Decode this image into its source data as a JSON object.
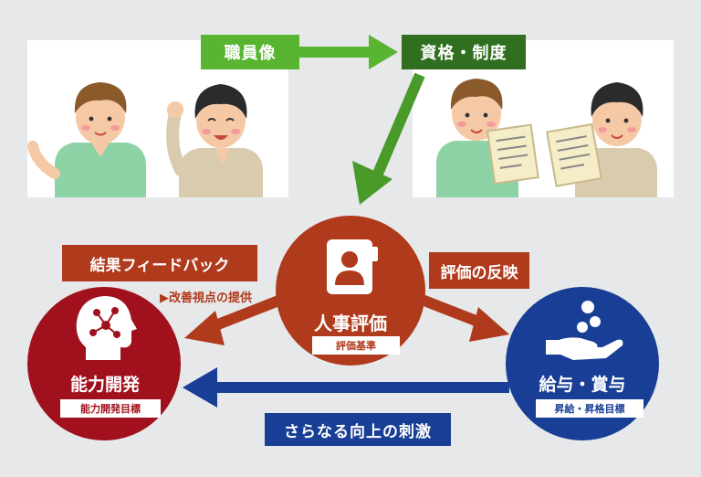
{
  "labels": {
    "staff_image": "職員像",
    "qualification_system": "資格・制度",
    "result_feedback": "結果フィードバック",
    "improvement_note": "▶改善視点の提供",
    "reflection": "評価の反映",
    "further_stimulus": "さらなる向上の刺激"
  },
  "nodes": {
    "center": {
      "title": "人事評価",
      "badge": "評価基準"
    },
    "left": {
      "title": "能力開発",
      "badge": "能力開発目標"
    },
    "right": {
      "title": "給与・賞与",
      "badge": "昇給・昇格目標"
    }
  },
  "colors": {
    "background": "#e6e8e9",
    "green_light": "#59b531",
    "green_dark": "#2f6f1f",
    "red_orange": "#b03a1c",
    "dark_red": "#a0111d",
    "navy": "#183f95"
  },
  "icons": {
    "center": "person-id-card-icon",
    "left": "head-network-icon",
    "right": "hand-with-coins-icon"
  }
}
